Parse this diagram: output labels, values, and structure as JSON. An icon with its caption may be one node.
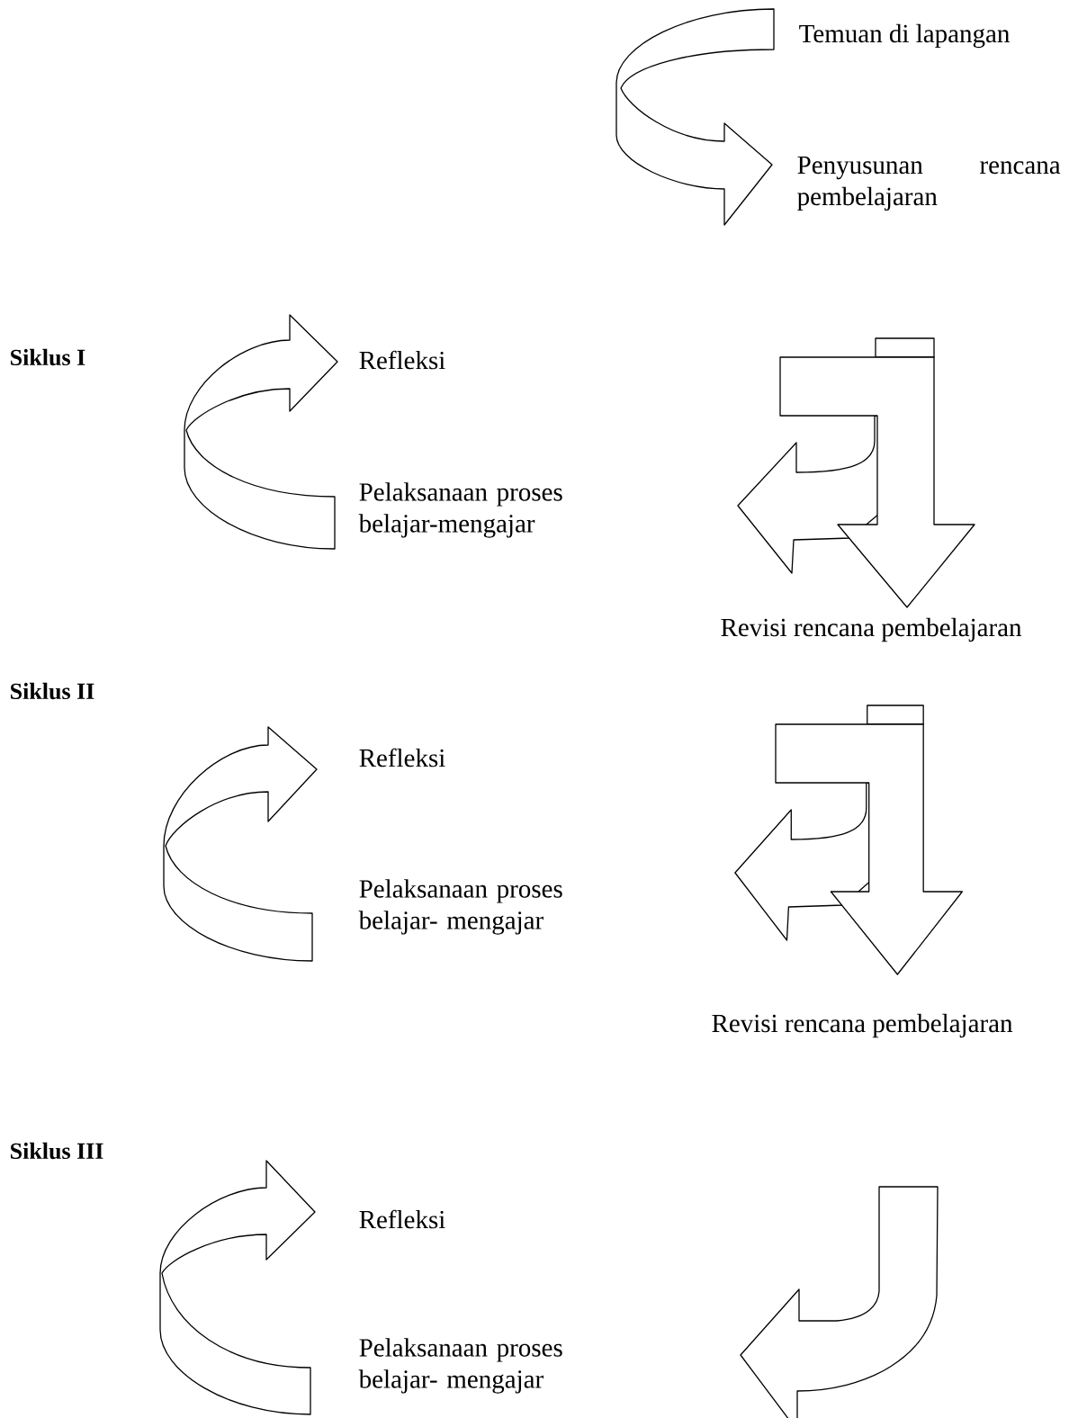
{
  "diagram": {
    "nodes": [
      {
        "text": [
          "Temuan di lapangan"
        ]
      },
      {
        "text": [
          "Penyusunan rencana pembelajaran"
        ]
      },
      {
        "text": [
          "Refleksi"
        ]
      },
      {
        "text": [
          "Pelaksanaan proses belajar-mengajar"
        ]
      },
      {
        "text": [
          "Refleksi"
        ]
      },
      {
        "text": [
          "Pelaksanaan proses belajar- mengajar"
        ]
      },
      {
        "text": [
          "Refleksi"
        ]
      },
      {
        "text": [
          "Pelaksanaan proses belajar- mengajar"
        ]
      }
    ],
    "edges": [
      {
        "from": 0,
        "to": 1,
        "arrow": "to"
      },
      {
        "from": 3,
        "to": 2,
        "arrow": "to"
      },
      {
        "from": 5,
        "to": 4,
        "arrow": "to"
      },
      {
        "from": 7,
        "to": 6,
        "arrow": "to"
      }
    ],
    "labels": [
      "Siklus I",
      "Revisi rencana pembelajaran",
      "Siklus II",
      "Revisi rencana pembelajaran",
      "Siklus III"
    ]
  }
}
